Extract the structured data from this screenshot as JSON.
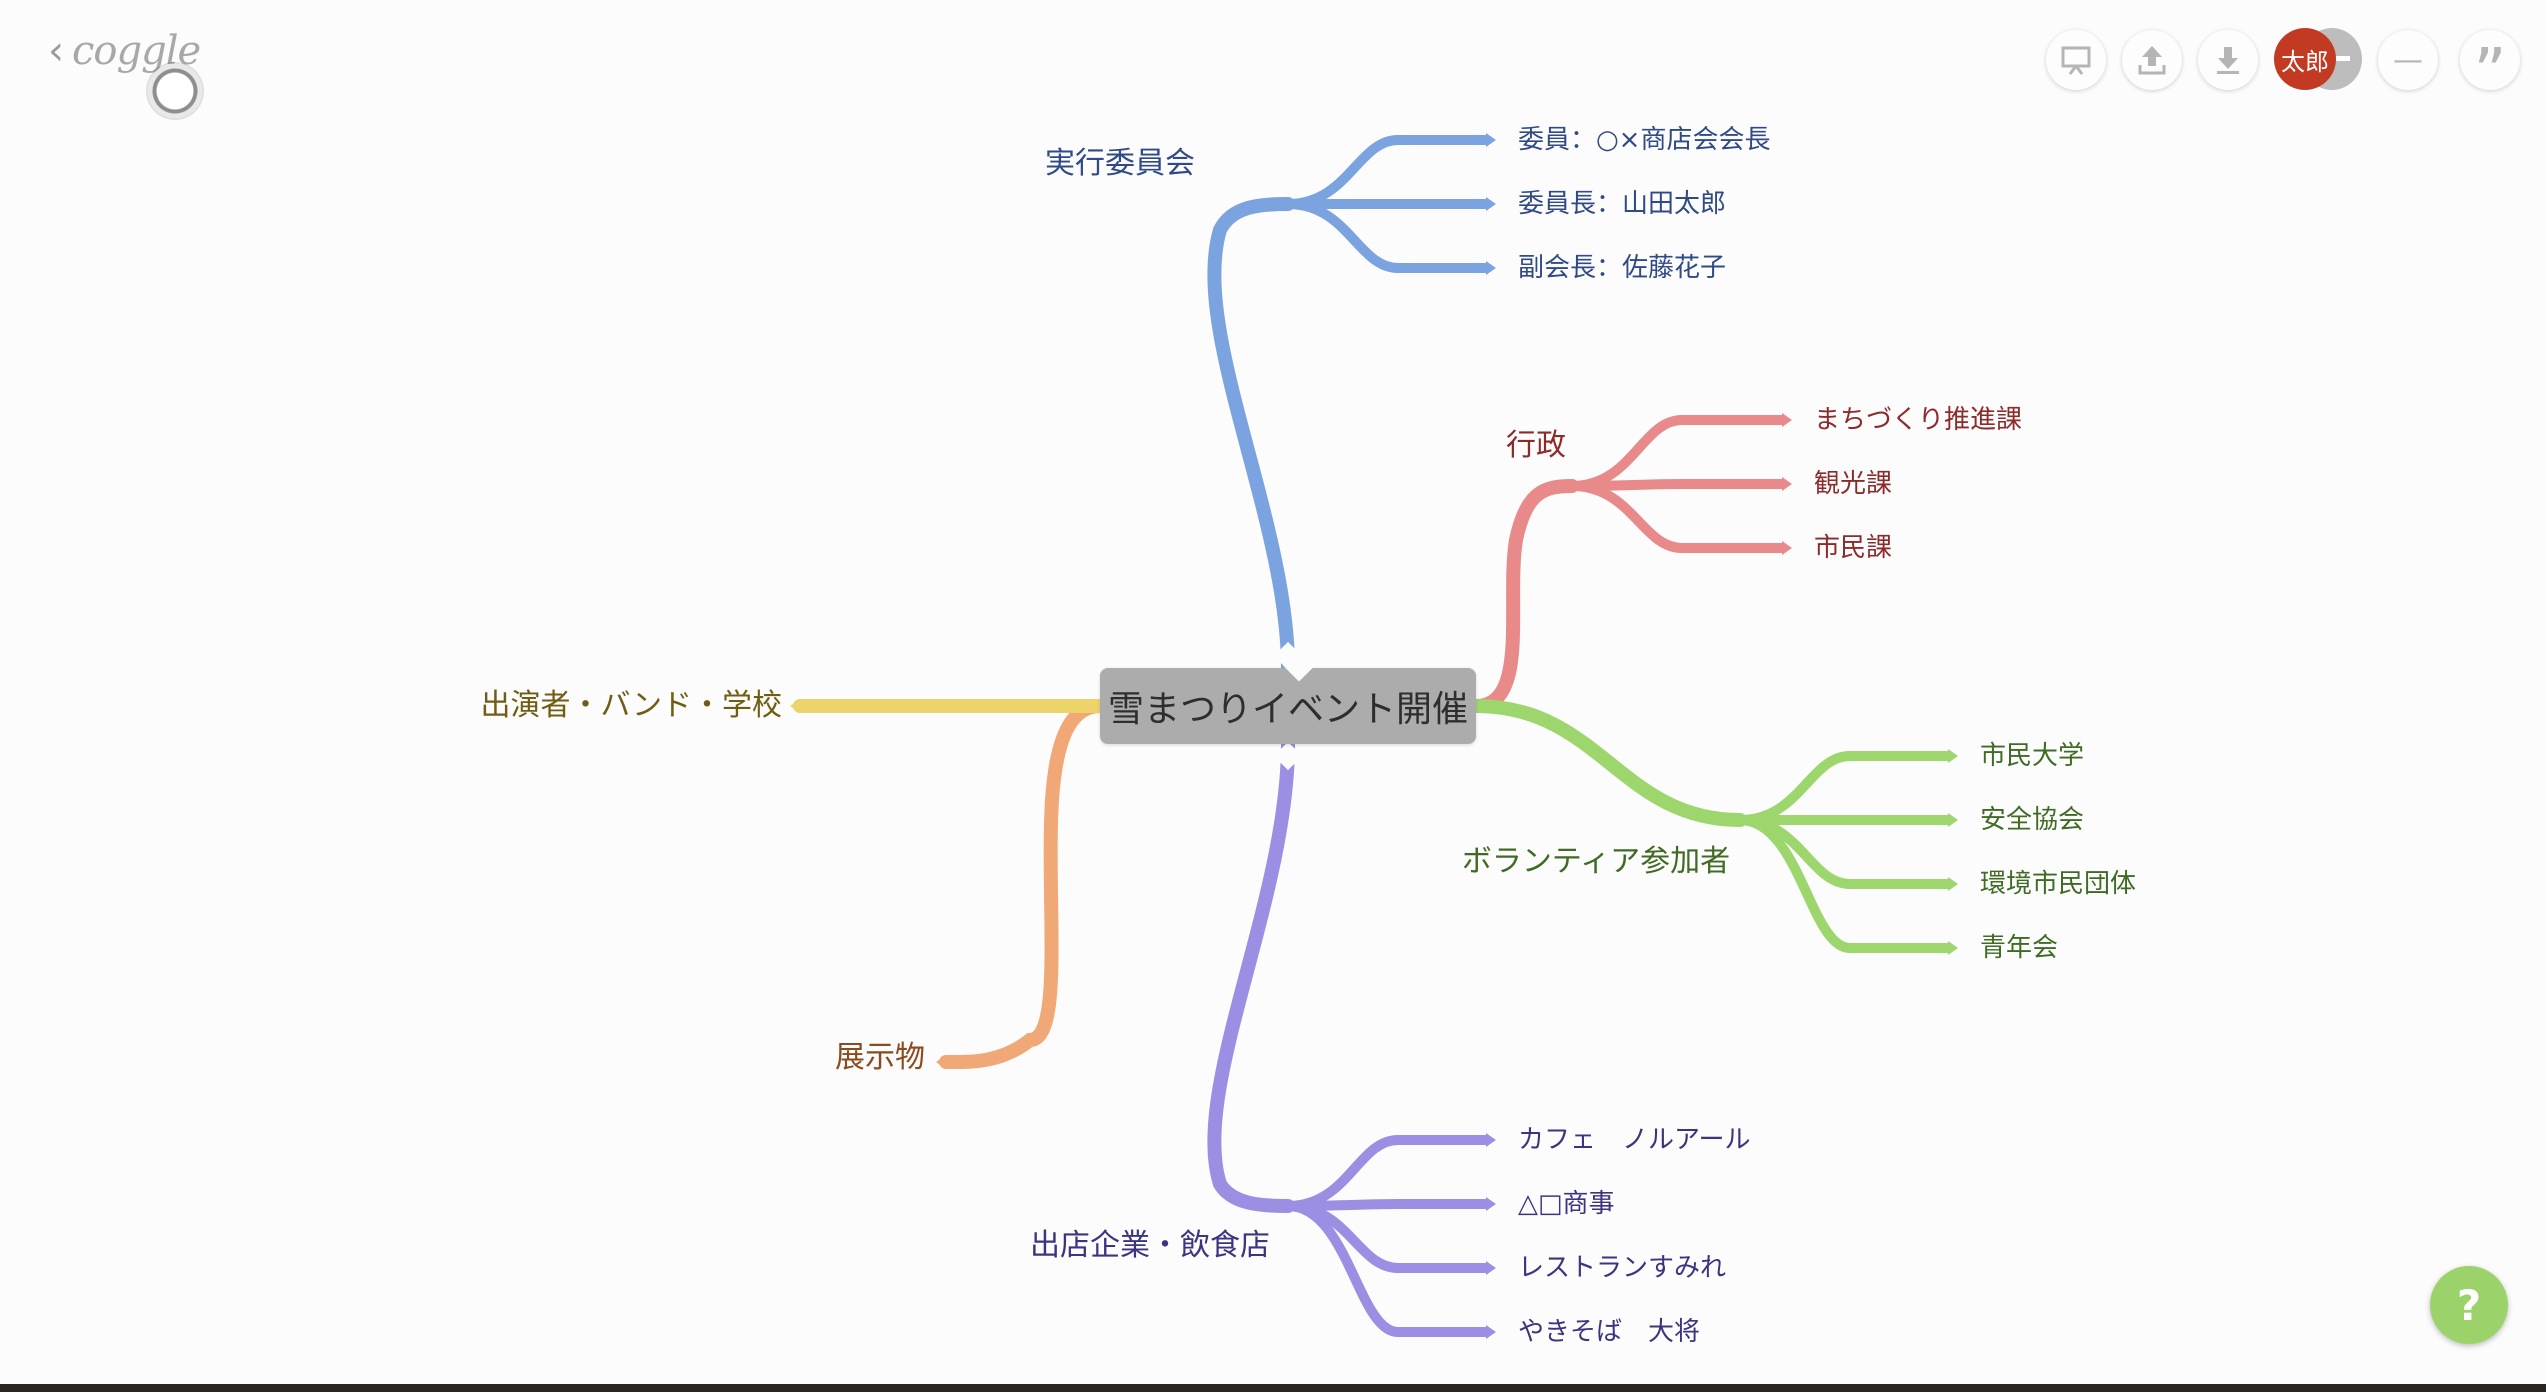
{
  "app": {
    "logo_text": "coggle",
    "back_icon": "chevron-left-icon"
  },
  "toolbar": {
    "present_icon": "presentation-icon",
    "share_icon": "upload-icon",
    "download_icon": "download-icon",
    "avatar_initials": "太郎",
    "minimize_glyph": "—",
    "comment_glyph": "”",
    "help_label": "?"
  },
  "mindmap": {
    "center": "雪まつりイベント開催",
    "branches": [
      {
        "id": "committee",
        "label": "実行委員会",
        "color": "#7ba3e0",
        "text_color": "#2f4a86",
        "children": [
          "委員：○×商店会会長",
          "委員長：山田太郎",
          "副会長：佐藤花子"
        ]
      },
      {
        "id": "admin",
        "label": "行政",
        "color": "#e88a8a",
        "text_color": "#8c2b2b",
        "children": [
          "まちづくり推進課",
          "観光課",
          "市民課"
        ]
      },
      {
        "id": "volunteer",
        "label": "ボランティア参加者",
        "color": "#9cd66c",
        "text_color": "#3f6b24",
        "children": [
          "市民大学",
          "安全協会",
          "環境市民団体",
          "青年会"
        ]
      },
      {
        "id": "vendors",
        "label": "出店企業・飲食店",
        "color": "#9b8fe3",
        "text_color": "#3b3580",
        "children": [
          "カフェ　ノルアール",
          "△□商事",
          "レストランすみれ",
          "やきそば　大将"
        ]
      },
      {
        "id": "exhibits",
        "label": "展示物",
        "color": "#f0a877",
        "text_color": "#8a4b1e",
        "children": []
      },
      {
        "id": "performers",
        "label": "出演者・バンド・学校",
        "color": "#ecd36a",
        "text_color": "#6f5d12",
        "children": []
      }
    ]
  }
}
